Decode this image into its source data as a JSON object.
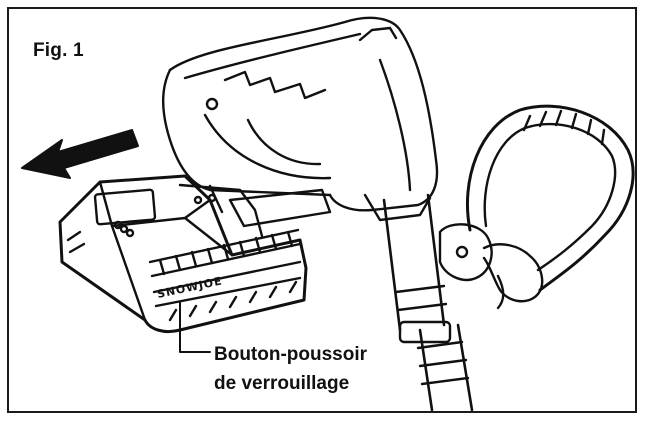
{
  "figure": {
    "label": "Fig. 1",
    "callout": {
      "line1": "Bouton-poussoir",
      "line2": "de verrouillage"
    },
    "battery_brand": "SNOWJOE"
  },
  "icons": [
    "arrow-left-icon"
  ],
  "colors": {
    "line": "#111111",
    "background": "#ffffff"
  }
}
